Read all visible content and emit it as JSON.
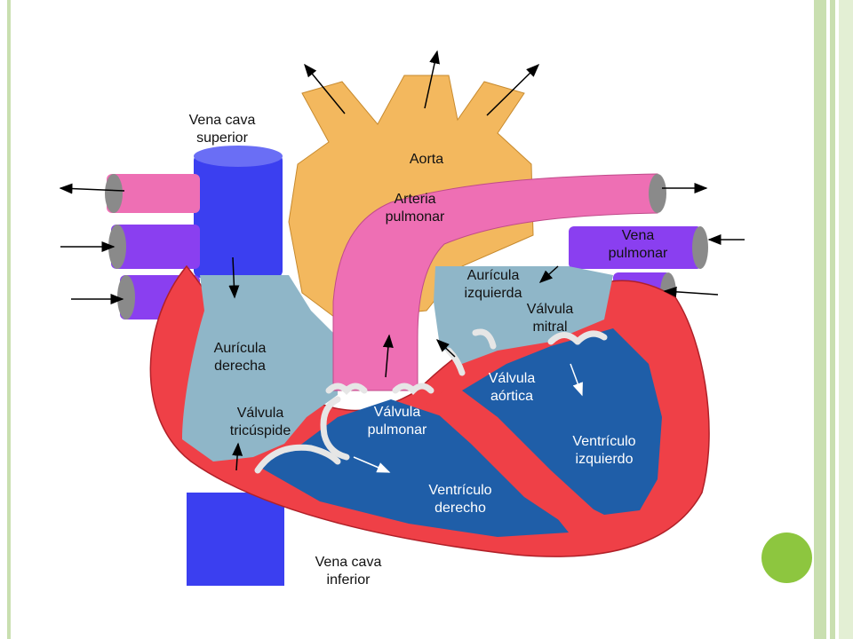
{
  "labels": {
    "vena_cava_superior": [
      "Vena cava",
      "superior"
    ],
    "aorta": "Aorta",
    "arteria_pulmonar": [
      "Arteria",
      "pulmonar"
    ],
    "vena_pulmonar": [
      "Vena",
      "pulmonar"
    ],
    "auricula_izquierda": [
      "Aurícula",
      "izquierda"
    ],
    "valvula_mitral": [
      "Válvula",
      "mitral"
    ],
    "auricula_derecha": [
      "Aurícula",
      "derecha"
    ],
    "valvula_aortica": [
      "Válvula",
      "aórtica"
    ],
    "valvula_tricuspide": [
      "Válvula",
      "tricúspide"
    ],
    "valvula_pulmonar": [
      "Válvula",
      "pulmonar"
    ],
    "ventriculo_izquierdo": [
      "Ventrículo",
      "izquierdo"
    ],
    "ventriculo_derecho": [
      "Ventrículo",
      "derecho"
    ],
    "vena_cava_inferior": [
      "Vena cava",
      "inferior"
    ]
  },
  "colors": {
    "frame": "#c9dfb0",
    "accent": "#8dc63f",
    "aorta": "#f3b85e",
    "pulmonary_artery": "#ee6fb4",
    "vena_cava": "#3b3ff0",
    "pulmonary_vein": "#8a3ff0",
    "atrium": "#8fb6c8",
    "ventricle": "#1f5ea8",
    "muscle": "#ef4047",
    "valve": "#e6e6e6"
  }
}
